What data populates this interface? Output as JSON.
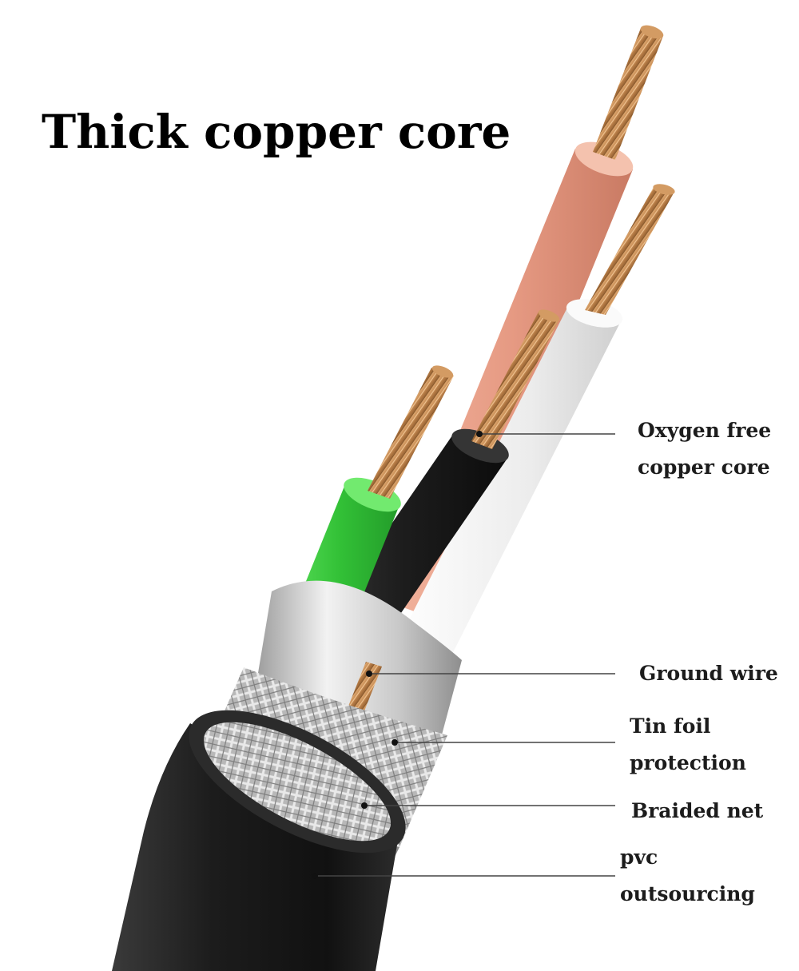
{
  "title": "Thick copper core",
  "labels": {
    "oxygen_free": [
      "Oxygen free",
      "copper core"
    ],
    "ground_wire": [
      "Ground wire"
    ],
    "tin_foil": [
      "Tin foil",
      "protection"
    ],
    "braided_net": [
      "Braided net"
    ],
    "pvc": [
      "pvc",
      "outsourcing"
    ]
  },
  "colors": {
    "copper": "#c78d55",
    "orange_insulation": "#e8a089",
    "white_insulation": "#ebebeb",
    "black_insulation": "#1e1e1e",
    "green_insulation": "#36c33a",
    "tin_foil": "#cfcfcf",
    "braided_net": "#b6b6b6",
    "pvc_jacket": "#222222",
    "leader_line": "#444444"
  }
}
